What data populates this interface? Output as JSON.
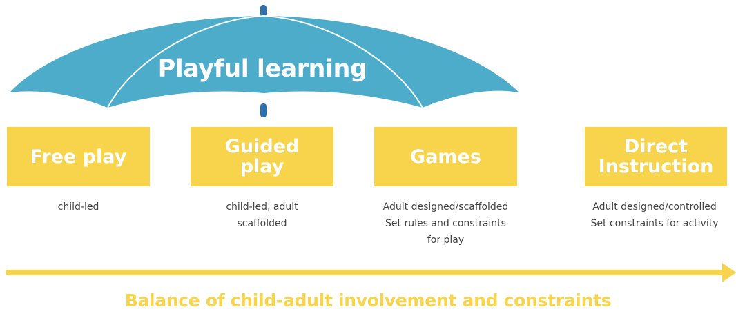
{
  "colors": {
    "umbrella": "#4eaccb",
    "handle": "#2e6fb0",
    "box": "#f7d44c",
    "box_text": "#ffffff",
    "description_text": "#444444",
    "arrow": "#f7d44c",
    "caption": "#f7d44c"
  },
  "umbrella": {
    "title": "Playful learning"
  },
  "categories": [
    {
      "title_lines": [
        "Free play"
      ],
      "description_lines": [
        "child-led"
      ]
    },
    {
      "title_lines": [
        "Guided",
        "play"
      ],
      "description_lines": [
        "child-led, adult",
        "scaffolded"
      ]
    },
    {
      "title_lines": [
        "Games"
      ],
      "description_lines": [
        "Adult designed/scaffolded",
        "Set rules and constraints",
        "for play"
      ]
    },
    {
      "title_lines": [
        "Direct",
        "Instruction"
      ],
      "description_lines": [
        "Adult designed/controlled",
        "Set constraints for activity"
      ]
    }
  ],
  "caption": "Balance of child-adult involvement and constraints"
}
